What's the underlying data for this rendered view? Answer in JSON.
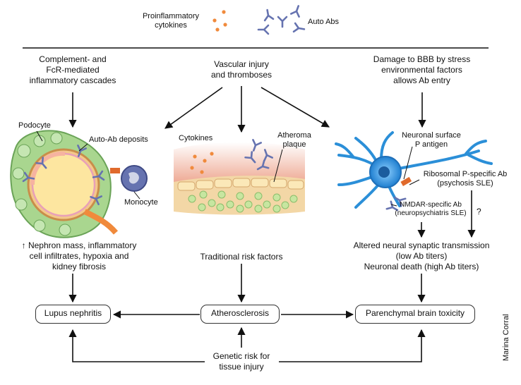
{
  "legend": {
    "cytokines_label_1": "Proinflammatory",
    "cytokines_label_2": "cytokines",
    "auto_abs_label": "Auto Abs"
  },
  "left_column": {
    "header_1": "Complement- and",
    "header_2": "FcR-mediated",
    "header_3": "inflammatory cascades",
    "podocyte": "Podocyte",
    "auto_ab_deposits": "Auto-Ab deposits",
    "monocyte": "Monocyte",
    "effects_1": "↑ Nephron mass, inflammatory",
    "effects_2": "cell infiltrates, hypoxia and",
    "effects_3": "kidney fibrosis",
    "outcome": "Lupus nephritis"
  },
  "middle_column": {
    "header_1": "Vascular injury",
    "header_2": "and thromboses",
    "cytokines": "Cytokines",
    "atheroma_1": "Atheroma",
    "atheroma_2": "plaque",
    "risk": "Traditional risk factors",
    "outcome": "Atherosclerosis"
  },
  "right_column": {
    "header_1": "Damage to BBB by stress",
    "header_2": "environmental factors",
    "header_3": "allows Ab entry",
    "neuronal_1": "Neuronal surface",
    "neuronal_2": "P antigen",
    "ribosomal_1": "Ribosomal P-specific Ab",
    "ribosomal_2": "(psychosis SLE)",
    "nmdar_1": "NMDAR-specific Ab",
    "nmdar_2": "(neuropsychiatris SLE)",
    "question": "?",
    "effects_1": "Altered neural synaptic transmission",
    "effects_2": "(low Ab titers)",
    "effects_3": "Neuronal death (high Ab titers)",
    "outcome": "Parenchymal brain toxicity"
  },
  "bottom": {
    "genetic_1": "Genetic risk for",
    "genetic_2": "tissue injury"
  },
  "credit": "Marina Corral",
  "colors": {
    "cytokine": "#f08a3c",
    "antibody": "#6673b0",
    "kidney_green": "#9fd08a",
    "kidney_yellow": "#fde6a0",
    "vessel_pink": "#f1b9a7",
    "neuron_blue": "#2b8fd8"
  }
}
